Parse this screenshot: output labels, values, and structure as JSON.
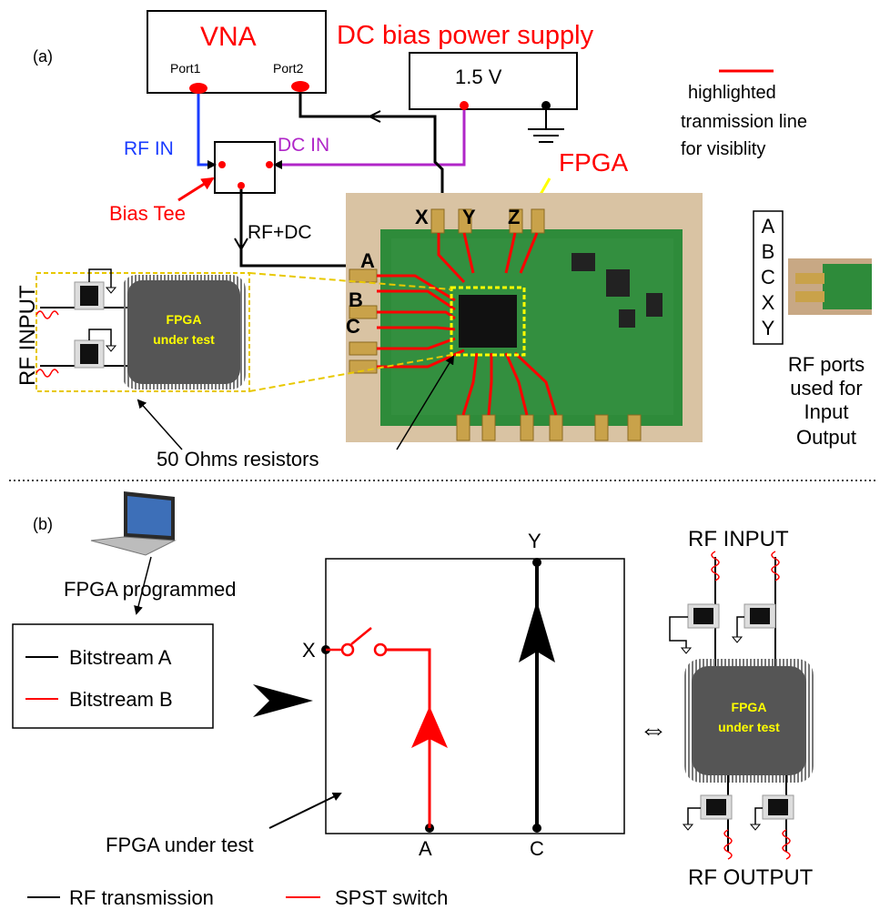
{
  "panel_a": {
    "label": "(a)",
    "vna": {
      "title": "VNA",
      "port1": "Port1",
      "port2": "Port2"
    },
    "dc_supply": {
      "title": "DC bias power supply",
      "voltage": "1.5 V"
    },
    "rf_in": "RF IN",
    "dc_in": "DC IN",
    "bias_tee": "Bias Tee",
    "rf_dc": "RF+DC",
    "fpga_label": "FPGA",
    "board_ports": {
      "x": "X",
      "y": "Y",
      "z": "Z",
      "a": "A",
      "b": "B",
      "c": "C"
    },
    "rf_input": "RF INPUT",
    "chip_line1": "FPGA",
    "chip_line2": "under test",
    "resistors": "50 Ohms resistors",
    "legend_line1": "highlighted",
    "legend_line2": "tranmission line",
    "legend_line3": "for visiblity",
    "port_list": [
      "A",
      "B",
      "C",
      "X",
      "Y"
    ],
    "ports_note": [
      "RF ports",
      "used for",
      "Input",
      "Output"
    ]
  },
  "panel_b": {
    "label": "(b)",
    "programmed": "FPGA programmed",
    "bitstream_a": "Bitstream A",
    "bitstream_b": "Bitstream B",
    "node_x": "X",
    "node_y": "Y",
    "node_a": "A",
    "node_c": "C",
    "under_test": "FPGA under test",
    "equiv": "⇔",
    "rf_input": "RF INPUT",
    "rf_output": "RF OUTPUT",
    "chip_line1": "FPGA",
    "chip_line2": "under test",
    "legend_rf": "RF transmission",
    "legend_spst": "SPST switch"
  },
  "colors": {
    "red": "#ff0000",
    "blue": "#1a3cff",
    "purple": "#b026c8",
    "yellow": "#ffff00",
    "board": "#2e8b3a",
    "chip": "#555555"
  }
}
